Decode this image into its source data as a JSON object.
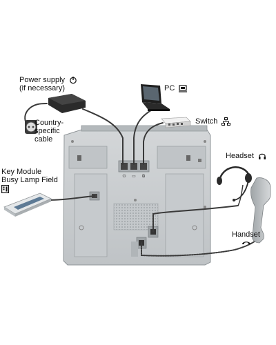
{
  "labels": {
    "power_supply": {
      "line1": "Power supply",
      "line2": "(if necessary)"
    },
    "country_cable": {
      "line1": "Country-",
      "line2": "specific",
      "line3": "cable"
    },
    "pc": "PC",
    "switch": "Switch",
    "headset": "Headset",
    "key_module": {
      "line1": "Key Module",
      "line2": "Busy Lamp Field"
    },
    "handset": "Handset"
  },
  "icons": [
    "power-icon",
    "pc-icon",
    "network-switch-icon",
    "headset-icon",
    "handset-icon",
    "key-module-icon"
  ],
  "colors": {
    "phone_body": "#c9cdd0",
    "phone_shadow": "#9aa0a4",
    "cable": "#3a3a3a",
    "device_dark": "#2b2b2b",
    "switch_body": "#e6e6e6"
  }
}
